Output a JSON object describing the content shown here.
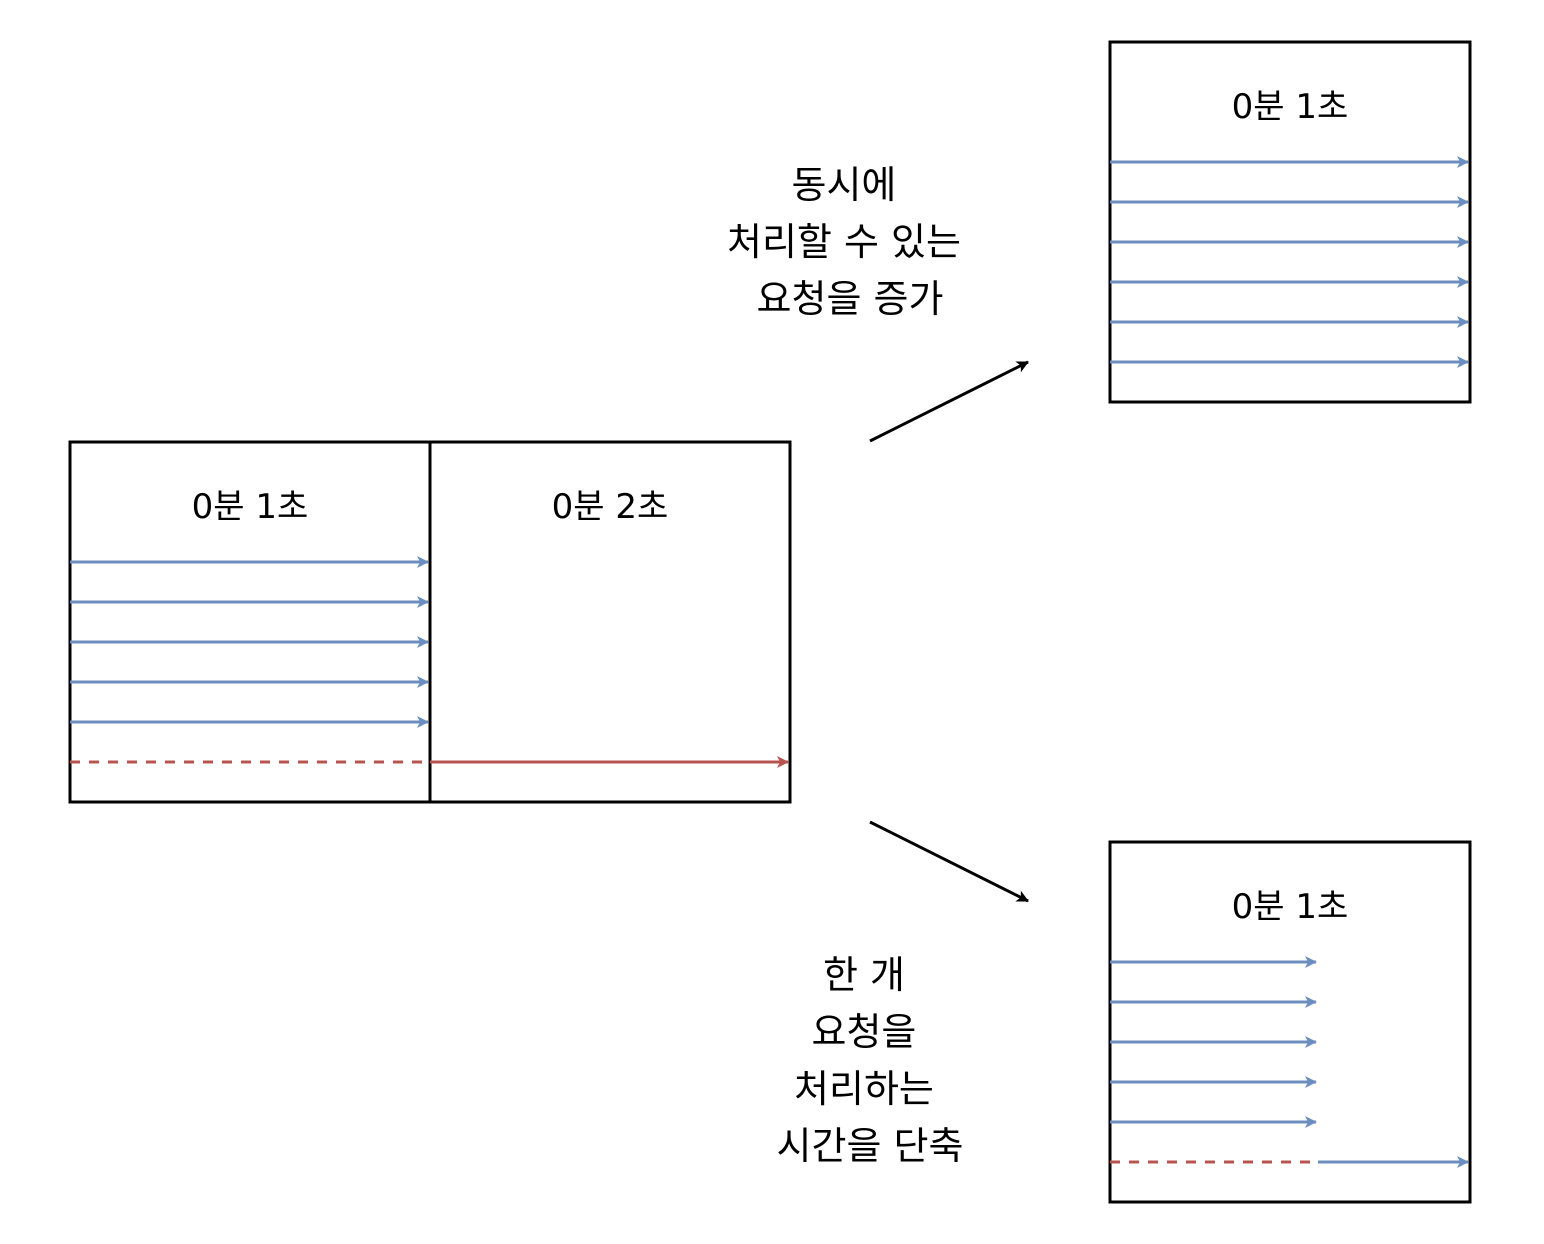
{
  "colors": {
    "blue_arrow": "#6C8EBF",
    "red_arrow": "#B85450",
    "black": "#000000"
  },
  "original": {
    "label_left": "0분 1초",
    "label_right": "0분 2초"
  },
  "top_result": {
    "label": "0분 1초",
    "caption": [
      "동시에",
      "처리할 수 있는",
      "요청을 증가"
    ]
  },
  "bottom_result": {
    "label": "0분 1초",
    "caption": [
      "한 개",
      "요청을",
      "처리하는",
      "시간을 단축"
    ]
  }
}
